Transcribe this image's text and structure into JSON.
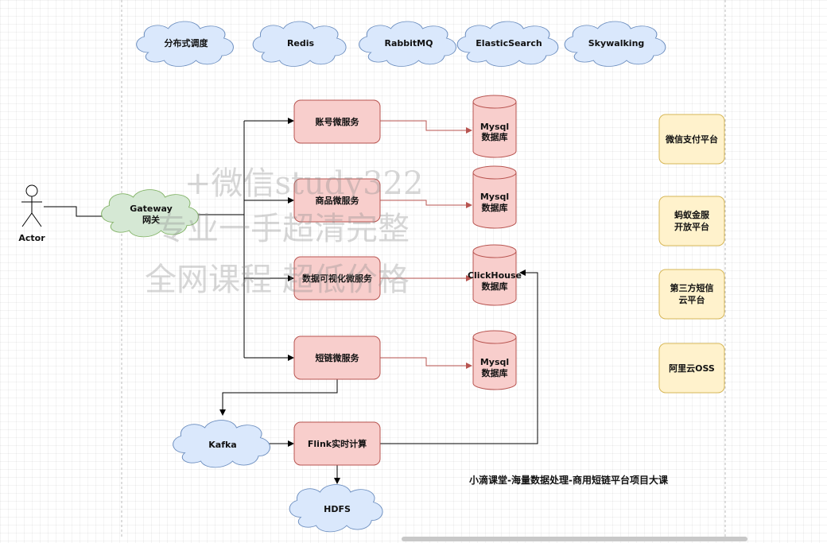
{
  "clouds_top": [
    "分布式调度",
    "Redis",
    "RabbitMQ",
    "ElasticSearch",
    "Skywalking"
  ],
  "actor": "Actor",
  "gateway": [
    "Gateway",
    "网关"
  ],
  "services": [
    "账号微服务",
    "商品微服务",
    "数据可视化微服务",
    "短链微服务"
  ],
  "databases": [
    [
      "Mysql",
      "数据库"
    ],
    [
      "Mysql",
      "数据库"
    ],
    [
      "ClickHouse",
      "数据库"
    ],
    [
      "Mysql",
      "数据库"
    ]
  ],
  "kafka": "Kafka",
  "flink": "Flink实时计算",
  "hdfs": "HDFS",
  "platforms": [
    [
      "微信支付平台"
    ],
    [
      "蚂蚁金服",
      "开放平台"
    ],
    [
      "第三方短信",
      "云平台"
    ],
    [
      "阿里云OSS"
    ]
  ],
  "title": "小滴课堂-海量数据处理-商用短链平台项目大课",
  "watermark": [
    "+微信study322",
    "专业一手超清完整",
    "全网课程 超低价格"
  ],
  "colors": {
    "cloud_blue": "#dae8fc",
    "cloud_blue_stroke": "#6c8ebf",
    "cloud_green": "#d5e8d4",
    "cloud_green_stroke": "#82b366",
    "service_fill": "#f8cecc",
    "service_stroke": "#b85450",
    "platform_fill": "#fff2cc",
    "platform_stroke": "#d6b656"
  }
}
